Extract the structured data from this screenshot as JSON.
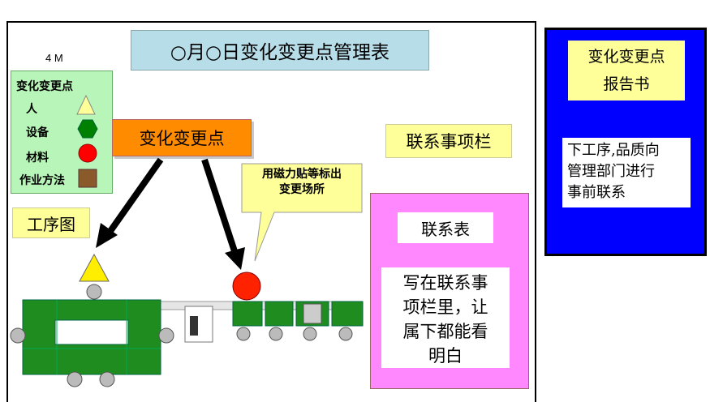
{
  "title": "○月○日变化变更点管理表",
  "four_m_label": "4 M",
  "legend": {
    "title": "变化变更点",
    "items": [
      {
        "label": "人",
        "shape": "triangle",
        "color": "#ffff99"
      },
      {
        "label": "设备",
        "shape": "hexagon",
        "color": "#008000"
      },
      {
        "label": "材料",
        "shape": "circle",
        "color": "#ff0000"
      },
      {
        "label": "作业方法",
        "shape": "square",
        "color": "#8b5a2b"
      }
    ]
  },
  "process_chart_label": "工序图",
  "change_point_label": "变化变更点",
  "callout_text_line1": "用磁力贴等标出",
  "callout_text_line2": "变更场所",
  "contact_items_label": "联系事项栏",
  "contact_form": {
    "title": "联系表",
    "text_lines": [
      "写在联系事",
      "项栏里，让",
      "属下都能看",
      "明白"
    ]
  },
  "report": {
    "title_line1": "变化变更点",
    "title_line2": "报告书",
    "text_lines": [
      "下工序,品质向",
      "管理部门进行",
      "事前联系"
    ]
  },
  "colors": {
    "title_bg": "#b7dde8",
    "legend_bg": "#b8f5b8",
    "change_point_bg": "#ff8c00",
    "contact_form_bg": "#ff88ff",
    "report_bg": "#0000ff",
    "label_bg": "#ffff99",
    "machine_green": "#1e8c1e"
  }
}
